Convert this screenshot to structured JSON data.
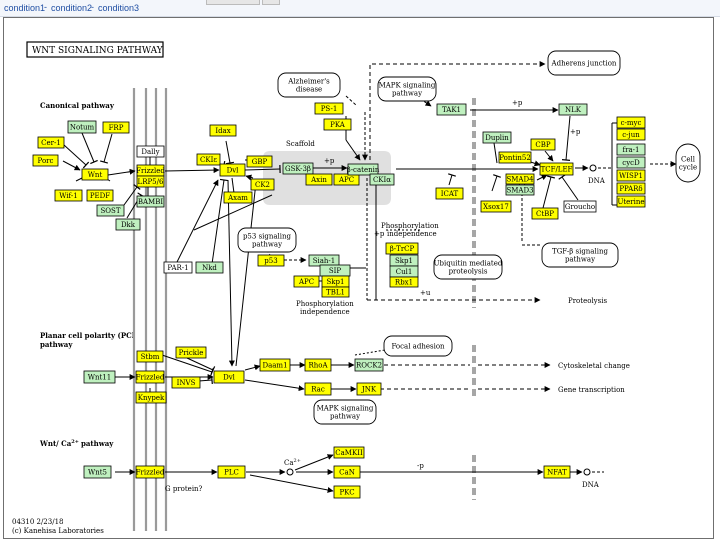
{
  "tabs": [
    "condition1",
    "condition2",
    "condition3"
  ],
  "title": "WNT SIGNALING PATHWAY",
  "sections": {
    "canonical": "Canonical pathway",
    "pcp": [
      "Planar cell polarity (PCP)",
      "pathway"
    ],
    "ca": "Wnt/ Ca",
    "ca_sup": "2+",
    "ca_tail": "pathway"
  },
  "footer": [
    "04310 2/23/18",
    "(c) Kanehisa Laboratories"
  ],
  "colors": {
    "yellow": "#ffff00",
    "green": "#bff0bf",
    "gray_band": "#d9d9d9"
  },
  "genes": {
    "notum": "Notum",
    "frp": "FRP",
    "cer1": "Cer-1",
    "dally": "Dally",
    "dkk_left": "Dkk",
    "porc": "Porc",
    "wnt": "Wnt",
    "wif1": "Wif-1",
    "pedf": "PEDF",
    "sost": "SOST",
    "frizzled": "Frizzled",
    "lrp": "LRP5/6",
    "bambi": "BAMBI",
    "idax": "Idax",
    "cki_left": "CKIε",
    "dvl_can": "Dvl",
    "gbp": "GBP",
    "ck2": "CK2",
    "axam": "Axam",
    "ps1": "PS-1",
    "pka": "PKA",
    "gsk3b": "GSK-3β",
    "axin": "Axin",
    "apc": "APC",
    "bcat": "β-catenin",
    "ckia": "CKIα",
    "tak1": "TAK1",
    "nlk": "NLK",
    "duplin": "Duplin",
    "pontin": "Pontin52",
    "cbp": "CBP",
    "tcf": "TCF/LEF",
    "smad4": "SMAD4",
    "smad3": "SMAD3",
    "icat": "ICAT",
    "xsox": "Xsox17",
    "ctbp": "CtBP",
    "groucho": "Groucho",
    "cmyc": "c-myc",
    "cjun": "c-jun",
    "fra1": "fra-1",
    "cycd": "cycD",
    "wisp": "WISP1",
    "ppard": "PPARδ",
    "uterine": "Uterine",
    "par1": "PAR-1",
    "nkd": "Nkd",
    "p53": "p53",
    "siah1": "Siah-1",
    "sip": "SIP",
    "apc2": "APC",
    "skp1a": "Skp1",
    "tbl1": "TBL1",
    "btrcp": "β-TrCP",
    "skp1b": "Skp1",
    "cul1": "Cul1",
    "rbx1": "Rbx1",
    "stbm": "Stbm",
    "prickle": "Prickle",
    "wnt11": "Wnt11",
    "frizzled_pcp": "Frizzled",
    "knypek": "Knypek",
    "inversin": "INVS",
    "dvl_pcp": "Dvl",
    "daam1": "Daam1",
    "rhoa": "RhoA",
    "rock2": "ROCK2",
    "rac": "Rac",
    "jnk": "JNK",
    "wnt5": "Wnt5",
    "frizzled_ca": "Frizzled",
    "plc": "PLC",
    "camkii": "CaMKII",
    "can": "CaN",
    "pkc": "PKC",
    "nfat": "NFAT"
  },
  "maps": {
    "alz": [
      "Alzheimer's",
      "disease"
    ],
    "mapk_top": [
      "MAPK signaling",
      "pathway"
    ],
    "adherens": "Adherens junction",
    "p53": [
      "p53 signaling",
      "pathway"
    ],
    "ubiq": [
      "Ubiquitin mediated",
      "proteolysis"
    ],
    "tgf": [
      "TGF-β signaling",
      "pathway"
    ],
    "focal": "Focal adhesion",
    "mapk_bottom": [
      "MAPK signaling",
      "pathway"
    ],
    "cellcycle": [
      "Cell",
      "cycle"
    ]
  },
  "labels": {
    "scaffold": "Scaffold",
    "phos_indep_top": [
      "Phosphorylation",
      "independence"
    ],
    "phos_indep_left": [
      "Phosphorylation",
      "independence"
    ],
    "proteolysis": "Proteolysis",
    "dna_top": "DNA",
    "dna_bottom": "DNA",
    "cytoskeletal": "Cytoskeletal change",
    "gene_tx": "Gene transcription",
    "gprotein": "G protein?",
    "ca2": "Ca",
    "ca2_sup": "2+",
    "plus_p_tak": "+p",
    "plus_p_bcat": "+p",
    "plus_p_nlk": "+p",
    "plus_p_btrcp": "+p",
    "plus_u": "+u",
    "minus_p": "-p"
  }
}
